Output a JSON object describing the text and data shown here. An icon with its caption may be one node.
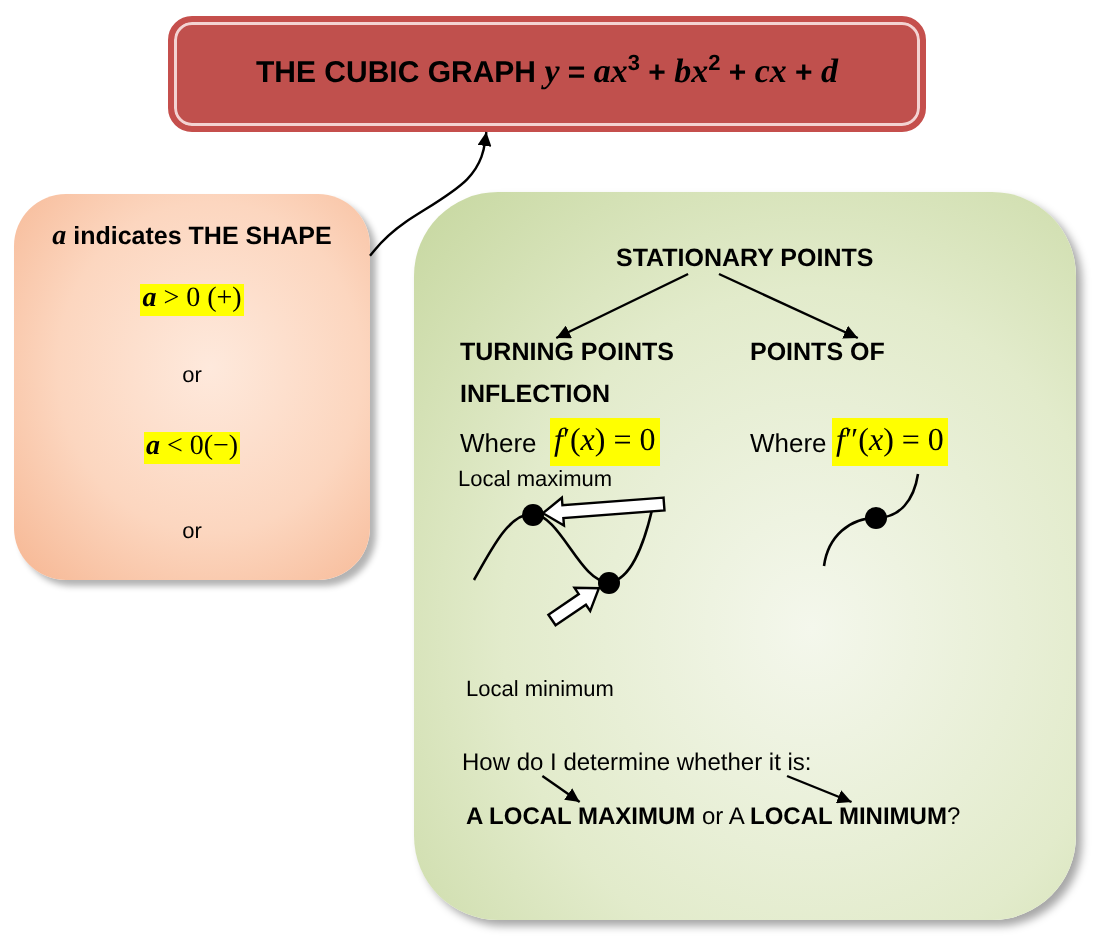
{
  "diagram": {
    "nodes": [
      {
        "text": [
          "THE CUBIC GRAPH *y* = *ax*$^{3}$ + *bx*$^{2}$ + *cx* + *d*"
        ]
      },
      {
        "text": [
          "*a* indicates THE SHAPE",
          "*a* > 0 (+)",
          "or",
          "*a* < 0(−)",
          "or"
        ]
      },
      {
        "text": [
          "INFLECTION",
          "Where",
          "*f*′(*x*) = 0",
          "Where",
          "*f*″(*x*) = 0",
          "Local maximum",
          "Local minimum"
        ]
      },
      {
        "text": [
          "STATIONARY POINTS"
        ],
        "in": 2
      },
      {
        "text": [
          "TURNING POINTS"
        ],
        "in": 2
      },
      {
        "text": [
          "POINTS OF"
        ],
        "in": 2
      },
      {
        "text": [],
        "shape": "circle",
        "in": 2
      },
      {
        "text": [],
        "shape": "circle",
        "in": 2
      },
      {
        "text": [
          "How do I determine whether it is:"
        ],
        "in": 2
      },
      {
        "text": [
          "**A LOCAL MAXIMUM** or A **LOCAL MINIMUM**?"
        ],
        "in": 2
      }
    ],
    "edges": [
      {
        "from": 1,
        "to": 0,
        "arrow": "to"
      },
      {
        "from": 3,
        "to": 4,
        "arrow": "to"
      },
      {
        "from": 3,
        "to": 5,
        "arrow": "to"
      },
      {
        "from": null,
        "to": 6,
        "arrow": "to",
        "style": "thick",
        "color": "#ffffff"
      },
      {
        "from": null,
        "to": 7,
        "arrow": "to",
        "style": "thick",
        "color": "#ffffff"
      },
      {
        "from": 8,
        "to": 9,
        "arrow": "to"
      },
      {
        "from": 8,
        "to": 9,
        "arrow": "to"
      }
    ]
  }
}
